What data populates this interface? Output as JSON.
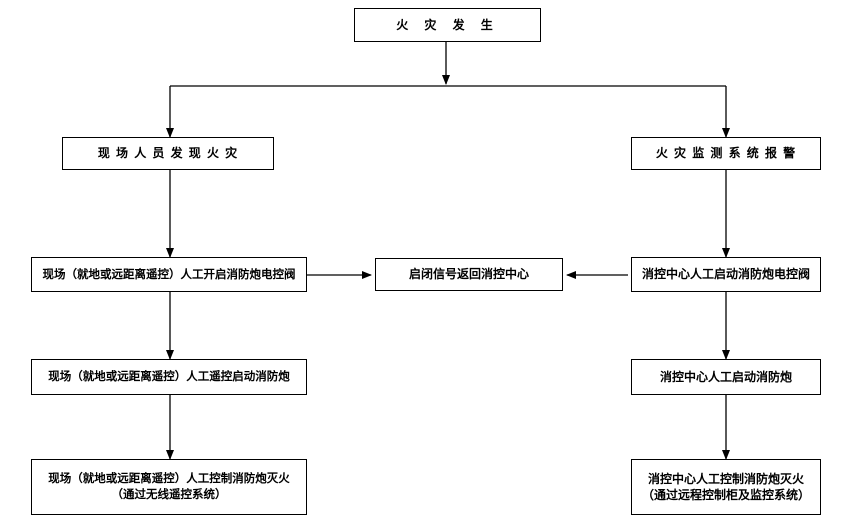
{
  "flow": {
    "start": "火 灾 发 生",
    "left_discover": "现 场 人 员 发 现 火 灾",
    "right_alarm": "火 灾 监 测 系 统 报 警",
    "left_open_valve": "现场（就地或远距离遥控）人工开启消防炮电控阀",
    "center_signal": "启闭信号返回消控中心",
    "right_open_valve": "消控中心人工启动消防炮电控阀",
    "left_start_cannon": "现场（就地或远距离遥控）人工遥控启动消防炮",
    "right_start_cannon": "消控中心人工启动消防炮",
    "left_extinguish_line1": "现场（就地或远距离遥控）人工控制消防炮灭火",
    "left_extinguish_line2": "（通过无线遥控系统）",
    "right_extinguish_line1": "消控中心人工控制消防炮灭火",
    "right_extinguish_line2": "（通过远程控制柜及监控系统）"
  }
}
